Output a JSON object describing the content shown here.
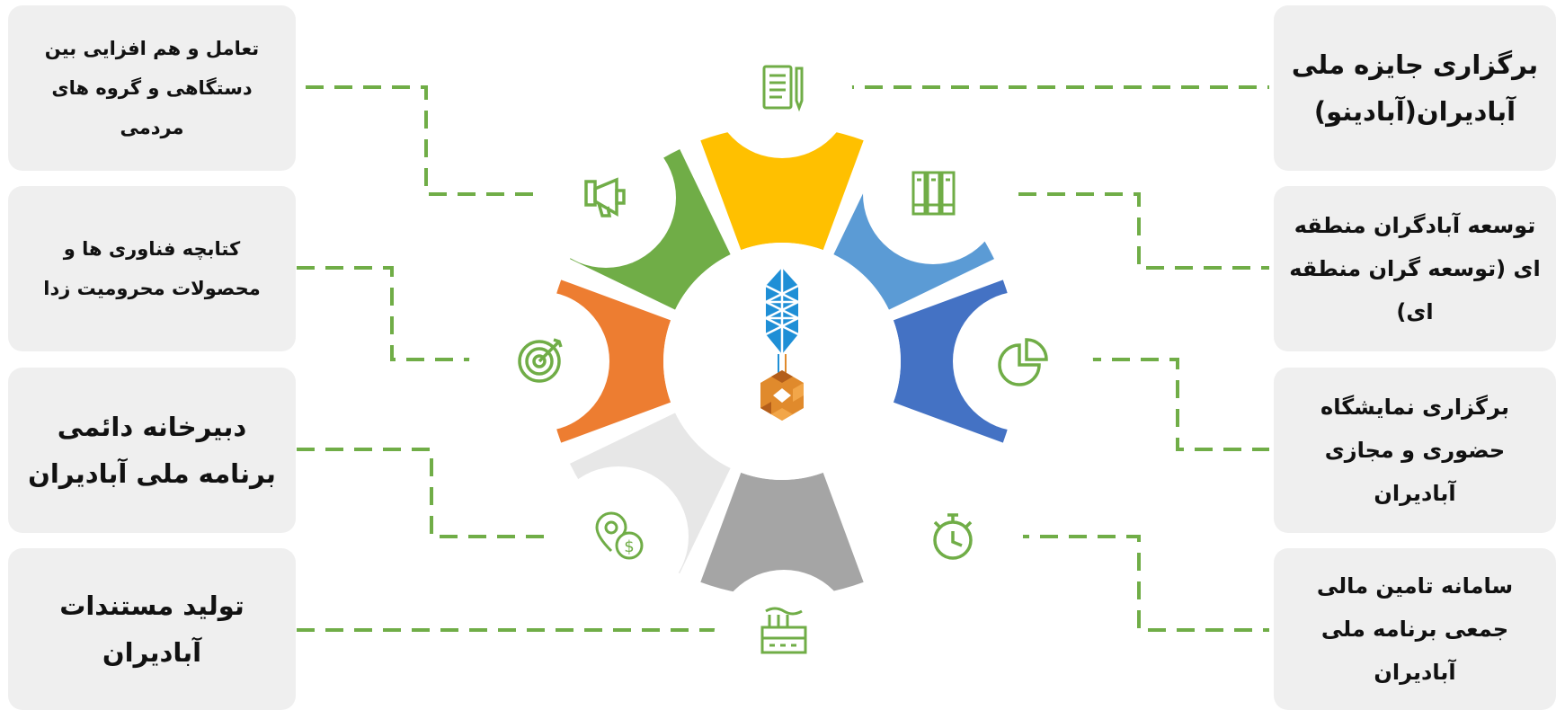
{
  "left_boxes": [
    {
      "text": "تعامل و هم افزایی بین دستگاهی و گروه های مردمی"
    },
    {
      "text": "کتابچه فناوری ها و محصولات محرومیت زدا"
    },
    {
      "text": "دبیرخانه دائمی برنامه ملی آبادیران"
    },
    {
      "text": "تولید مستندات آبادیران"
    }
  ],
  "right_boxes": [
    {
      "text": "برگزاری جایزه ملی آبادیران(آبادینو)"
    },
    {
      "text": "توسعه آبادگران منطقه ای (توسعه گران منطقه ای)"
    },
    {
      "text": "برگزاری نمایشگاه حضوری و مجازی آبادیران"
    },
    {
      "text": "سامانه تامین مالی جمعی برنامه ملی آبادیران"
    }
  ],
  "segments": [
    {
      "color": "#ffc000",
      "icon": "document-pen-icon"
    },
    {
      "color": "#5b9bd5",
      "icon": "binders-icon"
    },
    {
      "color": "#4472c4",
      "icon": "pie-chart-icon"
    },
    {
      "color": "#a5a5a5",
      "icon": "factory-icon"
    },
    {
      "color": "#e7e7e7",
      "icon": "location-dollar-icon"
    },
    {
      "color": "#ed7d31",
      "icon": "target-icon"
    },
    {
      "color": "#70ad47",
      "icon": "megaphone-icon"
    },
    {
      "color": "#70ad47",
      "icon": "stopwatch-icon"
    }
  ],
  "connector_color": "#70ad47",
  "center_logo": "wheat-hexagon-logo"
}
